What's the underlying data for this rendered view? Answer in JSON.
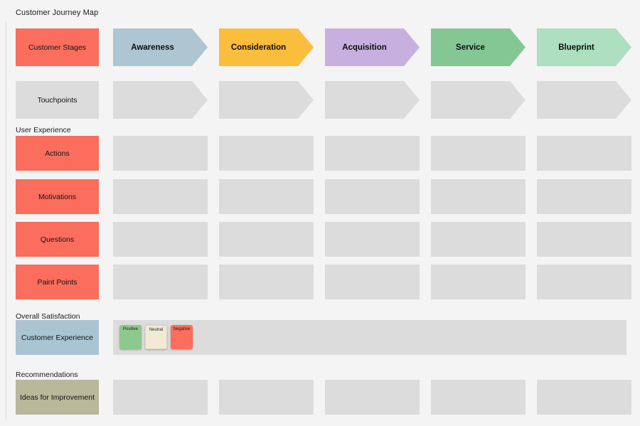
{
  "board": {
    "title": "Customer Journey Map",
    "background": "#f4f4f4",
    "empty_cell_color": "#dcdcdc"
  },
  "sections": [
    {
      "label": "User Experience"
    },
    {
      "label": "Overall Satisfaction"
    },
    {
      "label": "Recommendations"
    }
  ],
  "stages": [
    {
      "label": "Awareness",
      "color": "#adc6d2"
    },
    {
      "label": "Consideration",
      "color": "#fbbd3c"
    },
    {
      "label": "Acquisition",
      "color": "#c7b0e0"
    },
    {
      "label": "Service",
      "color": "#84c795"
    },
    {
      "label": "Blueprint",
      "color": "#addfc0"
    }
  ],
  "rows": [
    {
      "label": "Customer Stages",
      "color": "#fb6d5c",
      "type": "stages"
    },
    {
      "label": "Touchpoints",
      "color": "#dcdcdc",
      "type": "chevrons"
    },
    {
      "label": "Actions",
      "color": "#fb6d5c",
      "type": "blocks"
    },
    {
      "label": "Motivations",
      "color": "#fb6d5c",
      "type": "blocks"
    },
    {
      "label": "Questions",
      "color": "#fb6d5c",
      "type": "blocks"
    },
    {
      "label": "Paint Points",
      "color": "#fb6d5c",
      "type": "blocks"
    },
    {
      "label": "Customer Experience",
      "color": "#aac4d2",
      "type": "strip"
    },
    {
      "label": "Ideas for Improvement",
      "color": "#b8b89a",
      "type": "blocks"
    }
  ],
  "sentiment_chips": [
    {
      "label": "Positive",
      "color": "#8dc98d"
    },
    {
      "label": "Neutral",
      "color": "#f2ead6"
    },
    {
      "label": "Negative",
      "color": "#fb6d5c"
    }
  ]
}
